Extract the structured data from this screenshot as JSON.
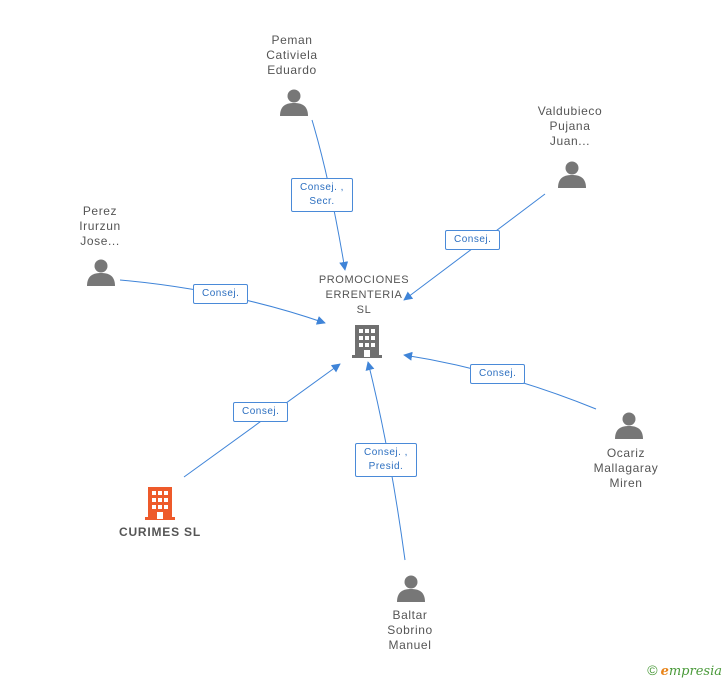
{
  "colors": {
    "edge": "#3f84d8",
    "person": "#777777",
    "center_building": "#707070",
    "company_building": "#ee5a2a"
  },
  "center": {
    "name_lines": [
      "PROMOCIONES",
      "ERRENTERIA",
      "SL"
    ],
    "icon": "building-icon"
  },
  "nodes": [
    {
      "id": "peman",
      "type": "person",
      "icon": "person-icon",
      "name_lines": [
        "Peman",
        "Cativiela",
        "Eduardo"
      ],
      "edge_lines": [
        "Consej. ,",
        "Secr."
      ]
    },
    {
      "id": "valdubieco",
      "type": "person",
      "icon": "person-icon",
      "name_lines": [
        "Valdubieco",
        "Pujana",
        "Juan..."
      ],
      "edge_lines": [
        "Consej."
      ]
    },
    {
      "id": "perez",
      "type": "person",
      "icon": "person-icon",
      "name_lines": [
        "Perez",
        "Irurzun",
        "Jose..."
      ],
      "edge_lines": [
        "Consej."
      ]
    },
    {
      "id": "ocariz",
      "type": "person",
      "icon": "person-icon",
      "name_lines": [
        "Ocariz",
        "Mallagaray",
        "Miren"
      ],
      "edge_lines": [
        "Consej."
      ]
    },
    {
      "id": "curimes",
      "type": "company",
      "icon": "building-icon",
      "name_lines": [
        "CURIMES SL"
      ],
      "edge_lines": [
        "Consej."
      ]
    },
    {
      "id": "baltar",
      "type": "person",
      "icon": "person-icon",
      "name_lines": [
        "Baltar",
        "Sobrino",
        "Manuel"
      ],
      "edge_lines": [
        "Consej. ,",
        "Presid."
      ]
    }
  ],
  "footer": {
    "copyright": "©",
    "brand_e": "e",
    "brand_rest": "mpresia"
  }
}
